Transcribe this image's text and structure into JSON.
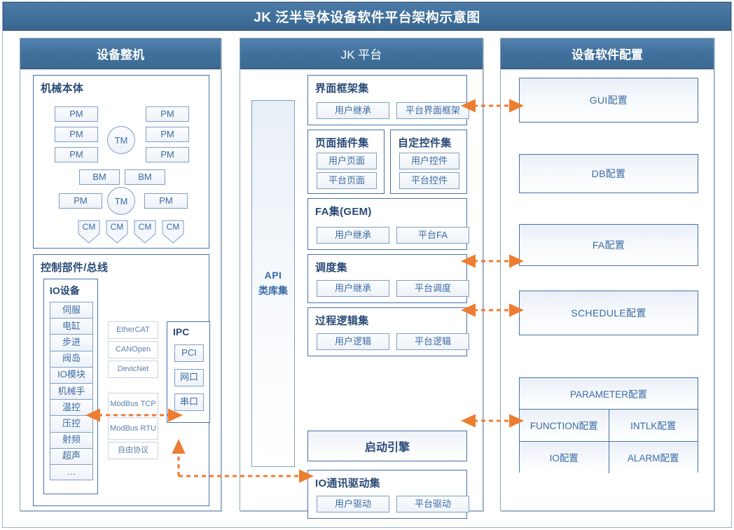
{
  "title": "JK 泛半导体设备软件平台架构示意图",
  "accent_color": "#ED7D31",
  "header_color": "#41719C",
  "box_border_color": "#4472A8",
  "columns": {
    "left": {
      "header": "设备整机",
      "mechanical": {
        "title": "机械本体",
        "pm_left": [
          "PM",
          "PM",
          "PM"
        ],
        "pm_right": [
          "PM",
          "PM",
          "PM"
        ],
        "tm_top": "TM",
        "bm": [
          "BM",
          "BM"
        ],
        "pm_bottom_left": "PM",
        "tm_bottom": "TM",
        "pm_bottom_right": "PM",
        "cm": [
          "CM",
          "CM",
          "CM",
          "CM"
        ]
      },
      "control": {
        "title": "控制部件/总线",
        "io_device": {
          "title": "IO设备",
          "items": [
            "伺服",
            "电缸",
            "步进",
            "阀岛",
            "IO模块",
            "机械手",
            "温控",
            "压控",
            "射频",
            "超声",
            "…"
          ]
        },
        "protocols_top": [
          "EtherCAT",
          "CANOpen",
          "DevicNet"
        ],
        "protocols_bottom": [
          "ModBus TCP",
          "ModBus RTU",
          "自由协议"
        ],
        "ipc": {
          "title": "IPC",
          "ports": [
            "PCI",
            "网口",
            "串口"
          ]
        }
      }
    },
    "middle": {
      "header": "JK 平台",
      "api": {
        "line1": "API",
        "line2": "类库集"
      },
      "groups": [
        {
          "title": "界面框架集",
          "items": [
            "用户继承",
            "平台界面框架"
          ]
        },
        {
          "title": "页面插件集",
          "items": [
            "用户页面",
            "平台页面"
          ]
        },
        {
          "title": "自定控件集",
          "items": [
            "用户控件",
            "平台控件"
          ]
        },
        {
          "title": "FA集(GEM)",
          "items": [
            "用户继承",
            "平台FA"
          ]
        },
        {
          "title": "调度集",
          "items": [
            "用户继承",
            "平台调度"
          ]
        },
        {
          "title": "过程逻辑集",
          "items": [
            "用户逻辑",
            "平台逻辑"
          ]
        },
        {
          "title": "IO通讯驱动集",
          "items": [
            "用户驱动",
            "平台驱动"
          ]
        }
      ],
      "engine": "启动引擎"
    },
    "right": {
      "header": "设备软件配置",
      "configs": [
        "GUI配置",
        "DB配置",
        "FA配置",
        "SCHEDULE配置"
      ],
      "param_grid": {
        "header": "PARAMETER配置",
        "cells": [
          "FUNCTION配置",
          "INTLK配置",
          "IO配置",
          "ALARM配置"
        ]
      }
    }
  }
}
